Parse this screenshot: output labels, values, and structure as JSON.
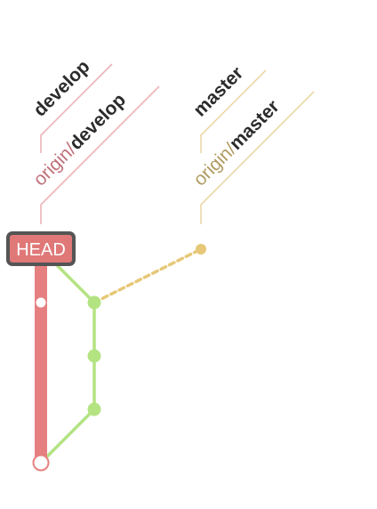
{
  "colors": {
    "develop": "#e68080",
    "develop_leader": "#ebb4b9",
    "develop_remote_text": "#bf6f78",
    "master": "#e6c878",
    "master_leader": "#ebd7a8",
    "master_remote_text": "#b09a5f",
    "feature": "#b4e382",
    "head_fill": "#e07878",
    "head_border": "#555555",
    "label_text": "#2b2b2b"
  },
  "branches": {
    "develop": {
      "local_label": "develop",
      "remote_prefix": "origin/",
      "remote_name": "develop"
    },
    "master": {
      "local_label": "master",
      "remote_prefix": "origin/",
      "remote_name": "master"
    }
  },
  "head": {
    "label": "HEAD"
  }
}
